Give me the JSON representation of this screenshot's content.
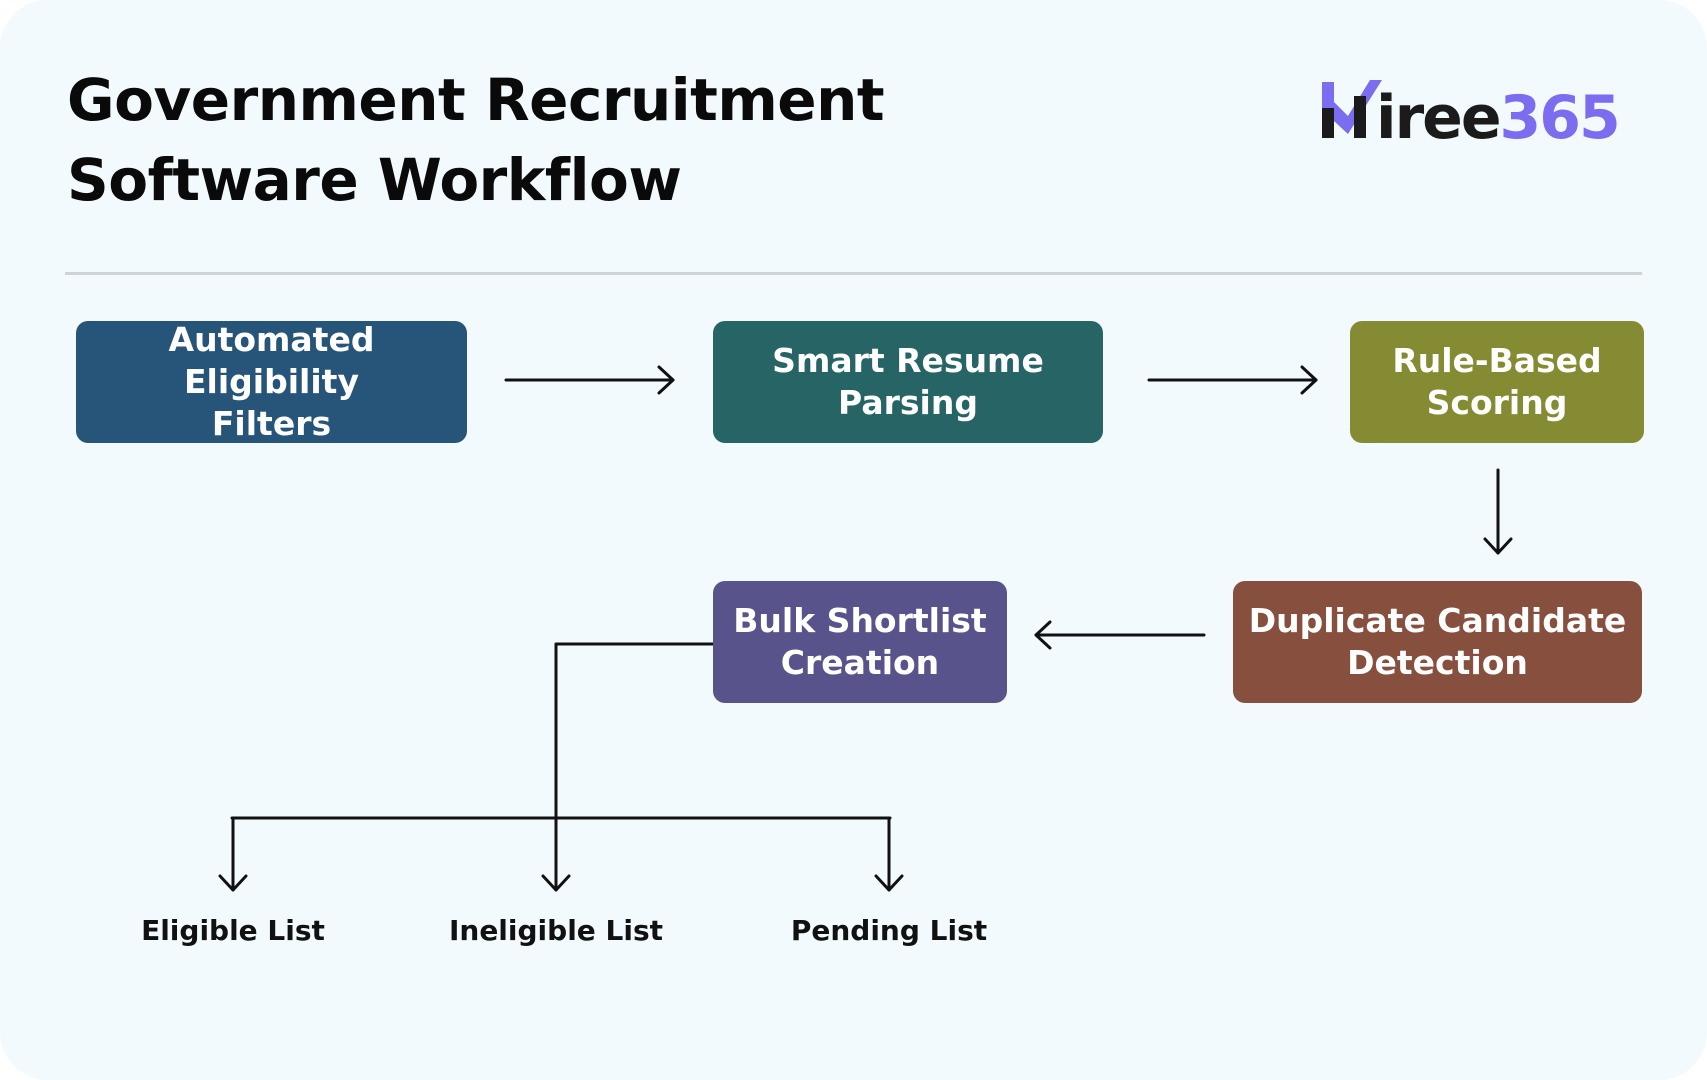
{
  "title": {
    "line1": "Government Recruitment",
    "line2": "Software Workflow"
  },
  "logo": {
    "text_dark": "Hiree",
    "text_accent": "365",
    "dark_color": "#1b1b1b",
    "accent_color": "#7b6cf0"
  },
  "nodes": {
    "eligibility": {
      "label": "Automated Eligibility\nFilters",
      "color": "#27557a"
    },
    "parsing": {
      "label": "Smart Resume\nParsing",
      "color": "#276465"
    },
    "scoring": {
      "label": "Rule-Based\nScoring",
      "color": "#858b33"
    },
    "duplicate": {
      "label": "Duplicate Candidate\nDetection",
      "color": "#864f3e"
    },
    "shortlist": {
      "label": "Bulk Shortlist\nCreation",
      "color": "#58538a"
    }
  },
  "outputs": {
    "eligible": "Eligible List",
    "ineligible": "Ineligible List",
    "pending": "Pending List"
  }
}
